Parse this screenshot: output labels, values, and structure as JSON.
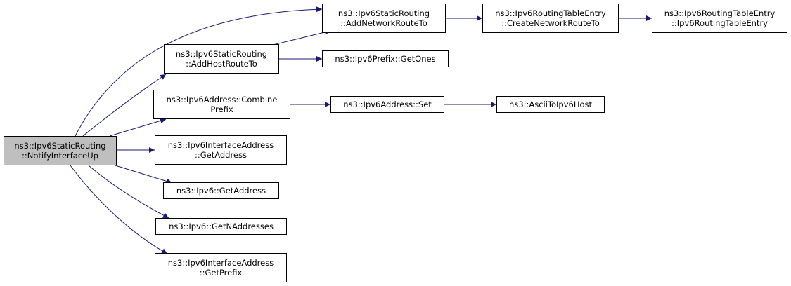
{
  "colors": {
    "edge": "#191970",
    "root_fill": "#bfbfbf",
    "node_fill": "#ffffff",
    "border": "#000000"
  },
  "nodes": {
    "notify": {
      "line1": "ns3::Ipv6StaticRouting",
      "line2": "::NotifyInterfaceUp"
    },
    "add_network": {
      "line1": "ns3::Ipv6StaticRouting",
      "line2": "::AddNetworkRouteTo"
    },
    "add_host": {
      "line1": "ns3::Ipv6StaticRouting",
      "line2": "::AddHostRouteTo"
    },
    "combine_prefix": {
      "line1": "ns3::Ipv6Address::Combine",
      "line2": "Prefix"
    },
    "iface_get_address": {
      "line1": "ns3::Ipv6InterfaceAddress",
      "line2": "::GetAddress"
    },
    "ipv6_get_address": {
      "line1": "ns3::Ipv6::GetAddress"
    },
    "ipv6_get_naddresses": {
      "line1": "ns3::Ipv6::GetNAddresses"
    },
    "iface_get_prefix": {
      "line1": "ns3::Ipv6InterfaceAddress",
      "line2": "::GetPrefix"
    },
    "create_network": {
      "line1": "ns3::Ipv6RoutingTableEntry",
      "line2": "::CreateNetworkRouteTo"
    },
    "rte_ctor": {
      "line1": "ns3::Ipv6RoutingTableEntry",
      "line2": "::Ipv6RoutingTableEntry"
    },
    "get_ones": {
      "line1": "ns3::Ipv6Prefix::GetOnes"
    },
    "address_set": {
      "line1": "ns3::Ipv6Address::Set"
    },
    "ascii_to_host": {
      "line1": "ns3::AsciiToIpv6Host"
    }
  },
  "edges": [
    [
      "notify",
      "add_network"
    ],
    [
      "notify",
      "add_host"
    ],
    [
      "notify",
      "combine_prefix"
    ],
    [
      "notify",
      "iface_get_address"
    ],
    [
      "notify",
      "ipv6_get_address"
    ],
    [
      "notify",
      "ipv6_get_naddresses"
    ],
    [
      "notify",
      "iface_get_prefix"
    ],
    [
      "add_host",
      "add_network"
    ],
    [
      "add_host",
      "get_ones"
    ],
    [
      "add_network",
      "create_network"
    ],
    [
      "create_network",
      "rte_ctor"
    ],
    [
      "combine_prefix",
      "address_set"
    ],
    [
      "address_set",
      "ascii_to_host"
    ]
  ]
}
